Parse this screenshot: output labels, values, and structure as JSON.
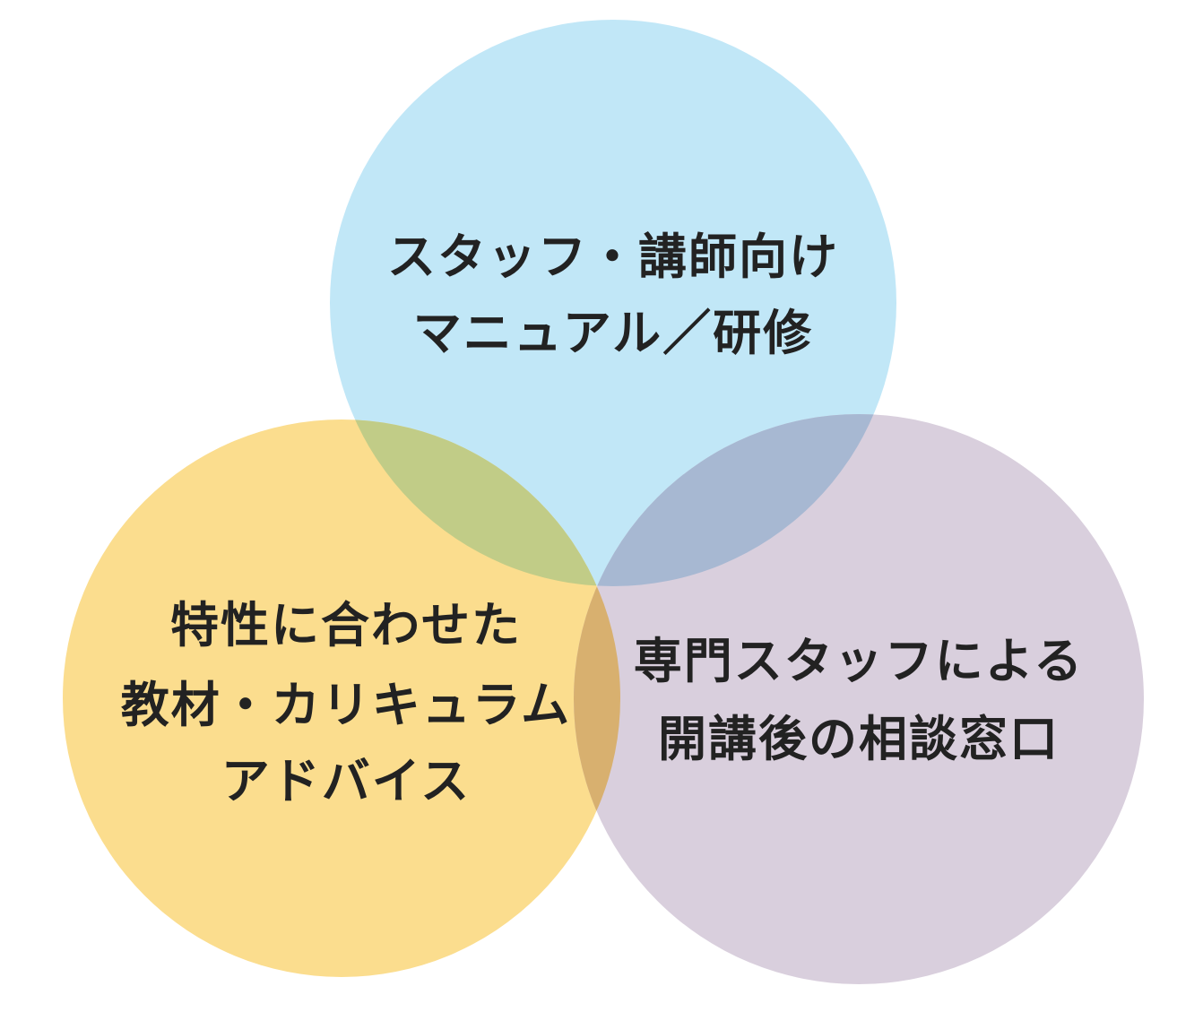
{
  "diagram": {
    "type": "venn-3",
    "circles": [
      {
        "id": "top",
        "color": "#c1e7f7",
        "lines": [
          "スタッフ・講師向け",
          "マニュアル／研修"
        ]
      },
      {
        "id": "bottom-left",
        "color": "#fbdd8e",
        "lines": [
          "特性に合わせた",
          "教材・カリキュラム",
          "アドバイス"
        ]
      },
      {
        "id": "bottom-right",
        "color": "#d9cfdd",
        "lines": [
          "専門スタッフによる",
          "開講後の相談窓口"
        ]
      }
    ],
    "overlap_colors": {
      "top_left": "#c1cc87",
      "top_right": "#a7b8d2",
      "left_right": "#d8b06f",
      "center": "#d4b074"
    }
  }
}
